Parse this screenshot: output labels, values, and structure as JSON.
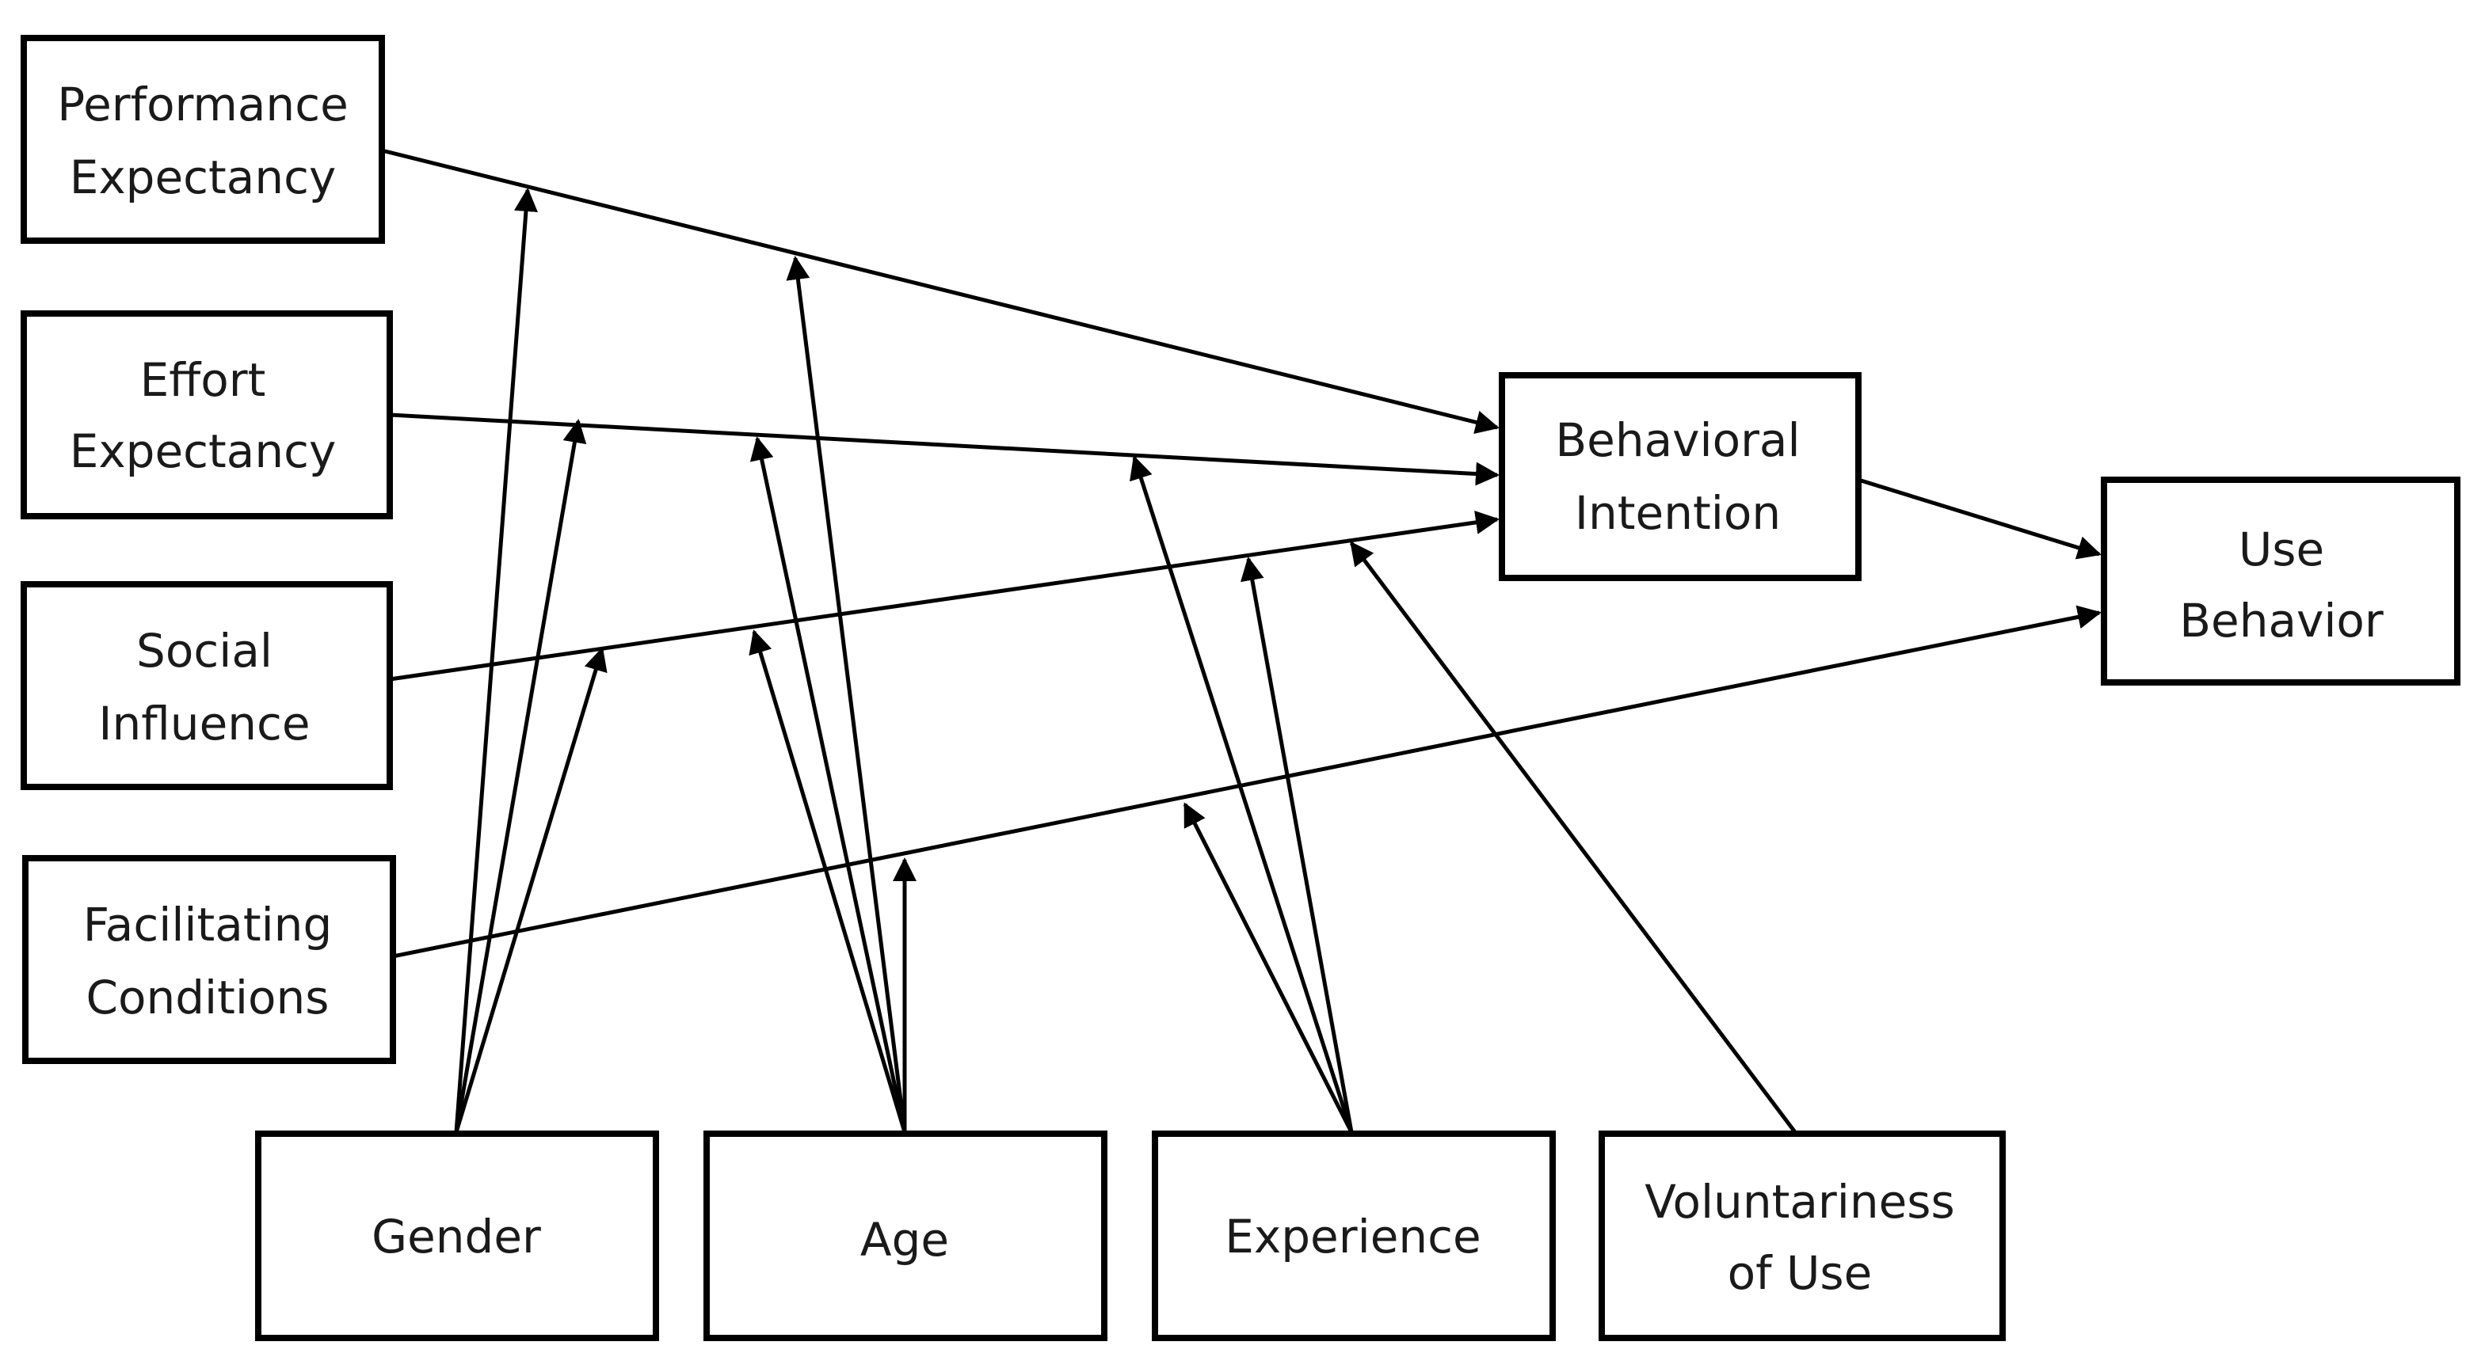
{
  "nodes": {
    "performance_expectancy": [
      "Performance",
      "Expectancy"
    ],
    "effort_expectancy": [
      "Effort",
      "Expectancy"
    ],
    "social_influence": [
      "Social",
      "Influence"
    ],
    "facilitating_conditions": [
      "Facilitating",
      "Conditions"
    ],
    "behavioral_intention": [
      "Behavioral",
      "Intention"
    ],
    "use_behavior": [
      "Use",
      "Behavior"
    ],
    "gender": [
      "Gender"
    ],
    "age": [
      "Age"
    ],
    "experience": [
      "Experience"
    ],
    "voluntariness_of_use": [
      "Voluntariness",
      "of Use"
    ]
  },
  "edges": [
    {
      "from": "performance_expectancy",
      "to": "behavioral_intention"
    },
    {
      "from": "effort_expectancy",
      "to": "behavioral_intention"
    },
    {
      "from": "social_influence",
      "to": "behavioral_intention"
    },
    {
      "from": "facilitating_conditions",
      "to": "use_behavior"
    },
    {
      "from": "behavioral_intention",
      "to": "use_behavior"
    }
  ],
  "moderations": [
    {
      "from": "gender",
      "on": "performance_expectancy -> behavioral_intention"
    },
    {
      "from": "gender",
      "on": "effort_expectancy -> behavioral_intention"
    },
    {
      "from": "gender",
      "on": "social_influence -> behavioral_intention"
    },
    {
      "from": "age",
      "on": "performance_expectancy -> behavioral_intention"
    },
    {
      "from": "age",
      "on": "effort_expectancy -> behavioral_intention"
    },
    {
      "from": "age",
      "on": "social_influence -> behavioral_intention"
    },
    {
      "from": "age",
      "on": "facilitating_conditions -> use_behavior"
    },
    {
      "from": "experience",
      "on": "effort_expectancy -> behavioral_intention"
    },
    {
      "from": "experience",
      "on": "social_influence -> behavioral_intention"
    },
    {
      "from": "experience",
      "on": "facilitating_conditions -> use_behavior"
    },
    {
      "from": "voluntariness_of_use",
      "on": "social_influence -> behavioral_intention"
    }
  ]
}
